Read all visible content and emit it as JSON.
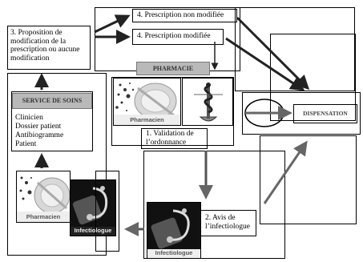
{
  "steps": {
    "proposal": "3. Proposition de modification de la prescription ou aucune modification",
    "not_modified": "4. Prescription non modifiée",
    "modified": "4. Prescription modifiée",
    "validation": "1. Validation de l’ordonnance",
    "opinion": "2. Avis de l’infectiologue"
  },
  "pharmacie": {
    "title": "PHARMACIE",
    "pharmacist_caption": "Pharmacien"
  },
  "service": {
    "title": "SERVICE DE SOINS",
    "items": [
      "Clinicien",
      "Dossier patient",
      "Antibiogramme",
      "Patient"
    ]
  },
  "dispensation": "DISPENSATION",
  "captions": {
    "pharmacien": "Pharmacien",
    "infectiologue": "Infectiologue"
  },
  "colors": {
    "header": "#b9b9b9",
    "arrow": "#333333",
    "grey_arrow": "#666666"
  }
}
